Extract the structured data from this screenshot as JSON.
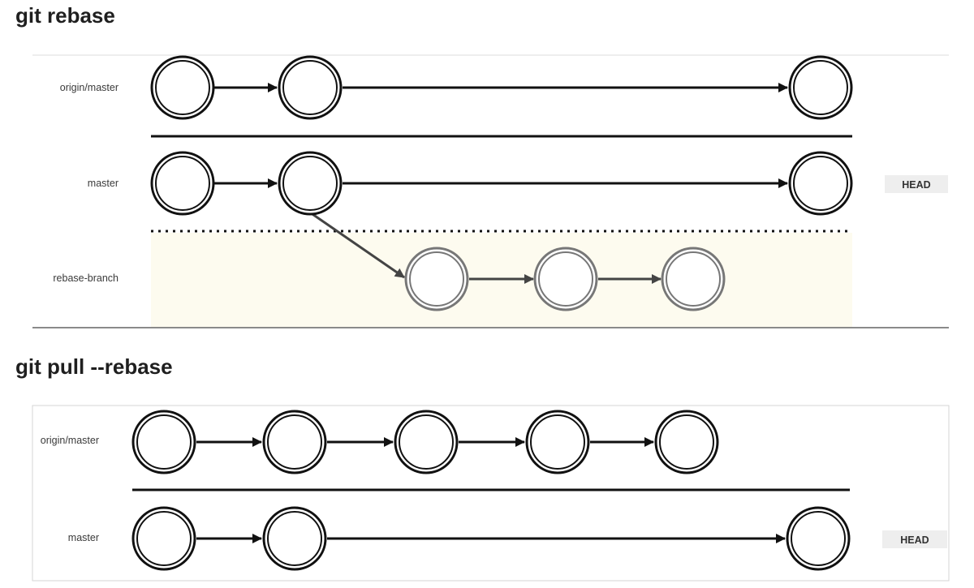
{
  "panels": [
    {
      "title": "git rebase",
      "lanes": [
        {
          "label": "origin/master"
        },
        {
          "label": "master",
          "badge": "HEAD"
        },
        {
          "label": "rebase-branch"
        }
      ]
    },
    {
      "title": "git pull --rebase",
      "lanes": [
        {
          "label": "origin/master"
        },
        {
          "label": "master",
          "badge": "HEAD"
        }
      ]
    }
  ],
  "colors": {
    "heading": "#1f1f1f",
    "commit_stroke": "#111111",
    "branch_commit_stroke": "#777777",
    "arrow": "#111111",
    "branch_arrow": "#444444",
    "branch_area": "#fdfbef",
    "badge": "#eeeeee",
    "panel_border": "#d4d4d4"
  }
}
